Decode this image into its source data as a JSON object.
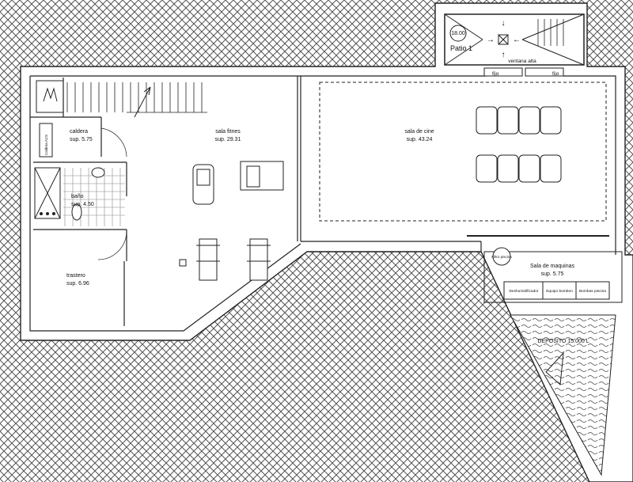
{
  "rooms": {
    "caldera": {
      "name": "caldera",
      "area": "sup. 5.75"
    },
    "fitness": {
      "name": "sala fitnes",
      "area": "sup. 29.31"
    },
    "cine": {
      "name": "sala de cine",
      "area": "sup. 43.24"
    },
    "bano": {
      "name": "baño",
      "area": "sup. 4.50"
    },
    "trastero": {
      "name": "trastero",
      "area": "sup. 6.96"
    },
    "maquinas": {
      "name": "Sala de maquinas",
      "area": "sup. 5.75"
    }
  },
  "patio": {
    "label": "Patio 1",
    "level": "18.00",
    "window": "ventana alta"
  },
  "windows": {
    "left": "fijo",
    "right": "fijo"
  },
  "equipment": {
    "caldera_box": "Caldera ACS",
    "filter": "Filtro piscina",
    "dehumid": "Deshumidificador",
    "pump_equip": "Equipo bombeo",
    "pump_pool": "Bombas piscina"
  },
  "deposit": {
    "label": "DEPOSITO 15.000 L"
  }
}
